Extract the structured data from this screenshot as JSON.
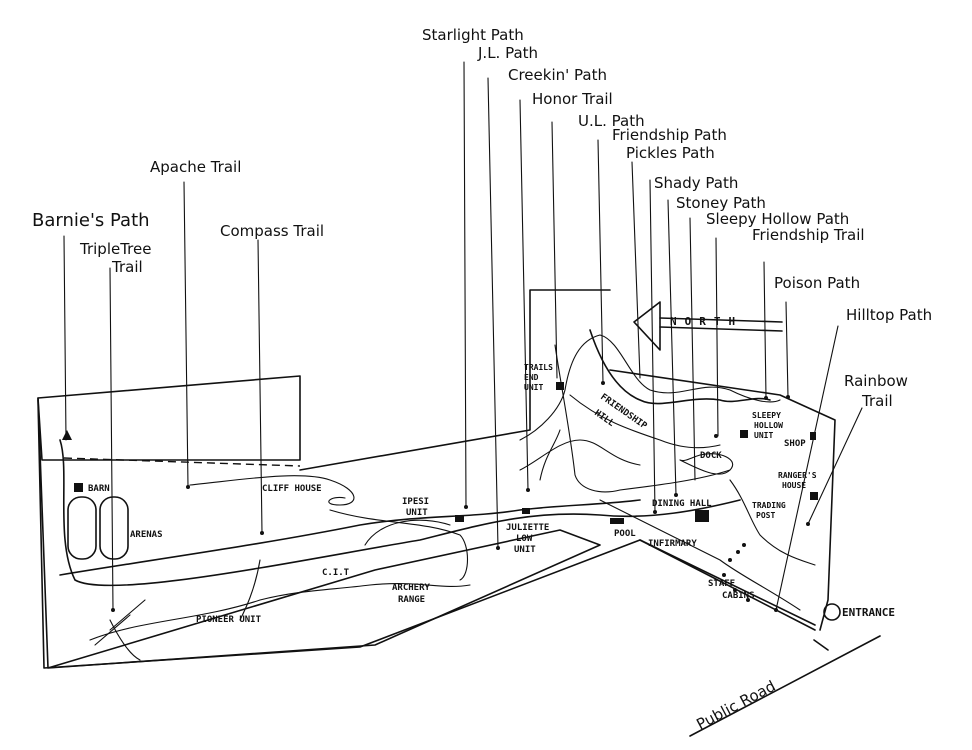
{
  "trails": {
    "starlight": "Starlight Path",
    "jl": "J.L. Path",
    "creekin": "Creekin' Path",
    "honor": "Honor Trail",
    "ul": "U.L. Path",
    "friendship": "Friendship Path",
    "pickles": "Pickles Path",
    "shady": "Shady Path",
    "stoney": "Stoney Path",
    "sleepy_hollow": "Sleepy Hollow Path",
    "friendship_trail": "Friendship Trail",
    "poison": "Poison Path",
    "hilltop": "Hilltop Path",
    "rainbow_1": "Rainbow",
    "rainbow_2": "Trail",
    "barnies": "Barnie's Path",
    "tripletree_1": "TripleTree",
    "tripletree_2": "Trail",
    "apache": "Apache Trail",
    "compass": "Compass Trail"
  },
  "places": {
    "barn": "BARN",
    "arenas": "ARENAS",
    "cliff_house": "CLIFF HOUSE",
    "cit": "C.I.T",
    "pioneer_unit": "PIONEER UNIT",
    "archery_1": "ARCHERY",
    "archery_2": "RANGE",
    "ipesi_1": "IPESI",
    "ipesi_2": "UNIT",
    "juliette_1": "JULIETTE",
    "juliette_2": "LOW",
    "juliette_3": "UNIT",
    "trails_end_1": "TRAILS",
    "trails_end_2": "END",
    "trails_end_3": "UNIT",
    "friendship_hill_1": "FRIENDSHIP",
    "friendship_hill_2": "HILL",
    "pool": "POOL",
    "infirmary": "INFIRMARY",
    "dining_hall": "DINING HALL",
    "dock": "DOCK",
    "sleepy_hollow_1": "SLEEPY",
    "sleepy_hollow_2": "HOLLOW",
    "sleepy_hollow_3": "UNIT",
    "shop": "SHOP",
    "rangers_1": "RANGER'S",
    "rangers_2": "HOUSE",
    "trading_1": "TRADING",
    "trading_2": "POST",
    "staff_1": "STAFF",
    "staff_2": "CABINS"
  },
  "compass": {
    "label": "NORTH",
    "icon": "north-arrow-icon"
  },
  "entrance": "ENTRANCE",
  "road": "Public Road"
}
